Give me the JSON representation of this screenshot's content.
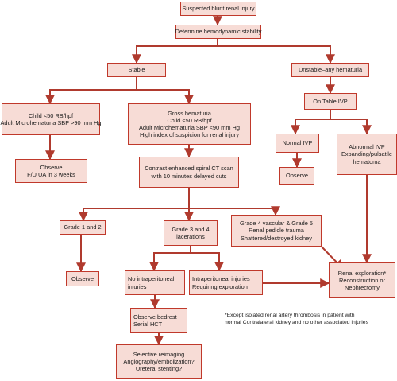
{
  "nodes": {
    "suspected": {
      "lines": [
        "Suspected blunt renal injury"
      ]
    },
    "hemodynamic": {
      "lines": [
        "Determine hemodynamic stability"
      ]
    },
    "stable": {
      "lines": [
        "Stable"
      ]
    },
    "unstable": {
      "lines": [
        "Unstable–any hematuria"
      ]
    },
    "micro": {
      "lines": [
        "Child <50 RB/hpf",
        "Adult Microhematuria SBP >90 mm Hg"
      ]
    },
    "gross": {
      "lines": [
        "Gross hematuria",
        "Child <50 RB/hpf",
        "Adult Microhematuria SBP <90 mm Hg",
        "High index of suspicion for renal injury"
      ]
    },
    "on_table_ivp": {
      "lines": [
        "On Table IVP"
      ]
    },
    "observe_fu": {
      "lines": [
        "Observe",
        "F/U UA in 3 weeks"
      ]
    },
    "ct_scan": {
      "lines": [
        "Contrast enhanced spiral CT scan",
        "with 10 minutes delayed cuts"
      ]
    },
    "normal_ivp": {
      "lines": [
        "Normal IVP"
      ]
    },
    "abnormal_ivp": {
      "lines": [
        "Abnormal IVP",
        "Expanding/pulsatile",
        "hematoma"
      ]
    },
    "observe_ivp": {
      "lines": [
        "Observe"
      ]
    },
    "grade12": {
      "lines": [
        "Grade 1 and 2"
      ]
    },
    "grade34": {
      "lines": [
        "Grade 3 and 4",
        "lacerations"
      ]
    },
    "grade45": {
      "lines": [
        "Grade 4 vascular & Grade 5",
        "Renal pedicle trauma",
        "Shattered/destroyed kidney"
      ]
    },
    "observe_g12": {
      "lines": [
        "Observe"
      ]
    },
    "no_intraperitoneal": {
      "lines": [
        "No intraperitoneal",
        "injuries"
      ]
    },
    "intraperitoneal": {
      "lines": [
        "Intraperitoneal injuries",
        "Requiring exploration"
      ]
    },
    "renal_exploration": {
      "lines": [
        "Renal exploration*",
        "Reconstruction or",
        "Nephrectomy"
      ]
    },
    "bedrest": {
      "lines": [
        "Observe bedrest",
        "Serial HCT"
      ]
    },
    "reimaging": {
      "lines": [
        "Selective reimaging",
        "Angiography/embolization?",
        "Ureteral stenting?"
      ]
    }
  },
  "footnote": {
    "lines": [
      "*Except isolated renal artery thrombosis in patient with",
      "normal Contralateral kidney and no other associated injuries"
    ]
  },
  "colors": {
    "box_fill": "#f7dcd6",
    "box_border": "#c0392b",
    "arrow": "#b03a2e",
    "text": "#1a1a1a"
  }
}
